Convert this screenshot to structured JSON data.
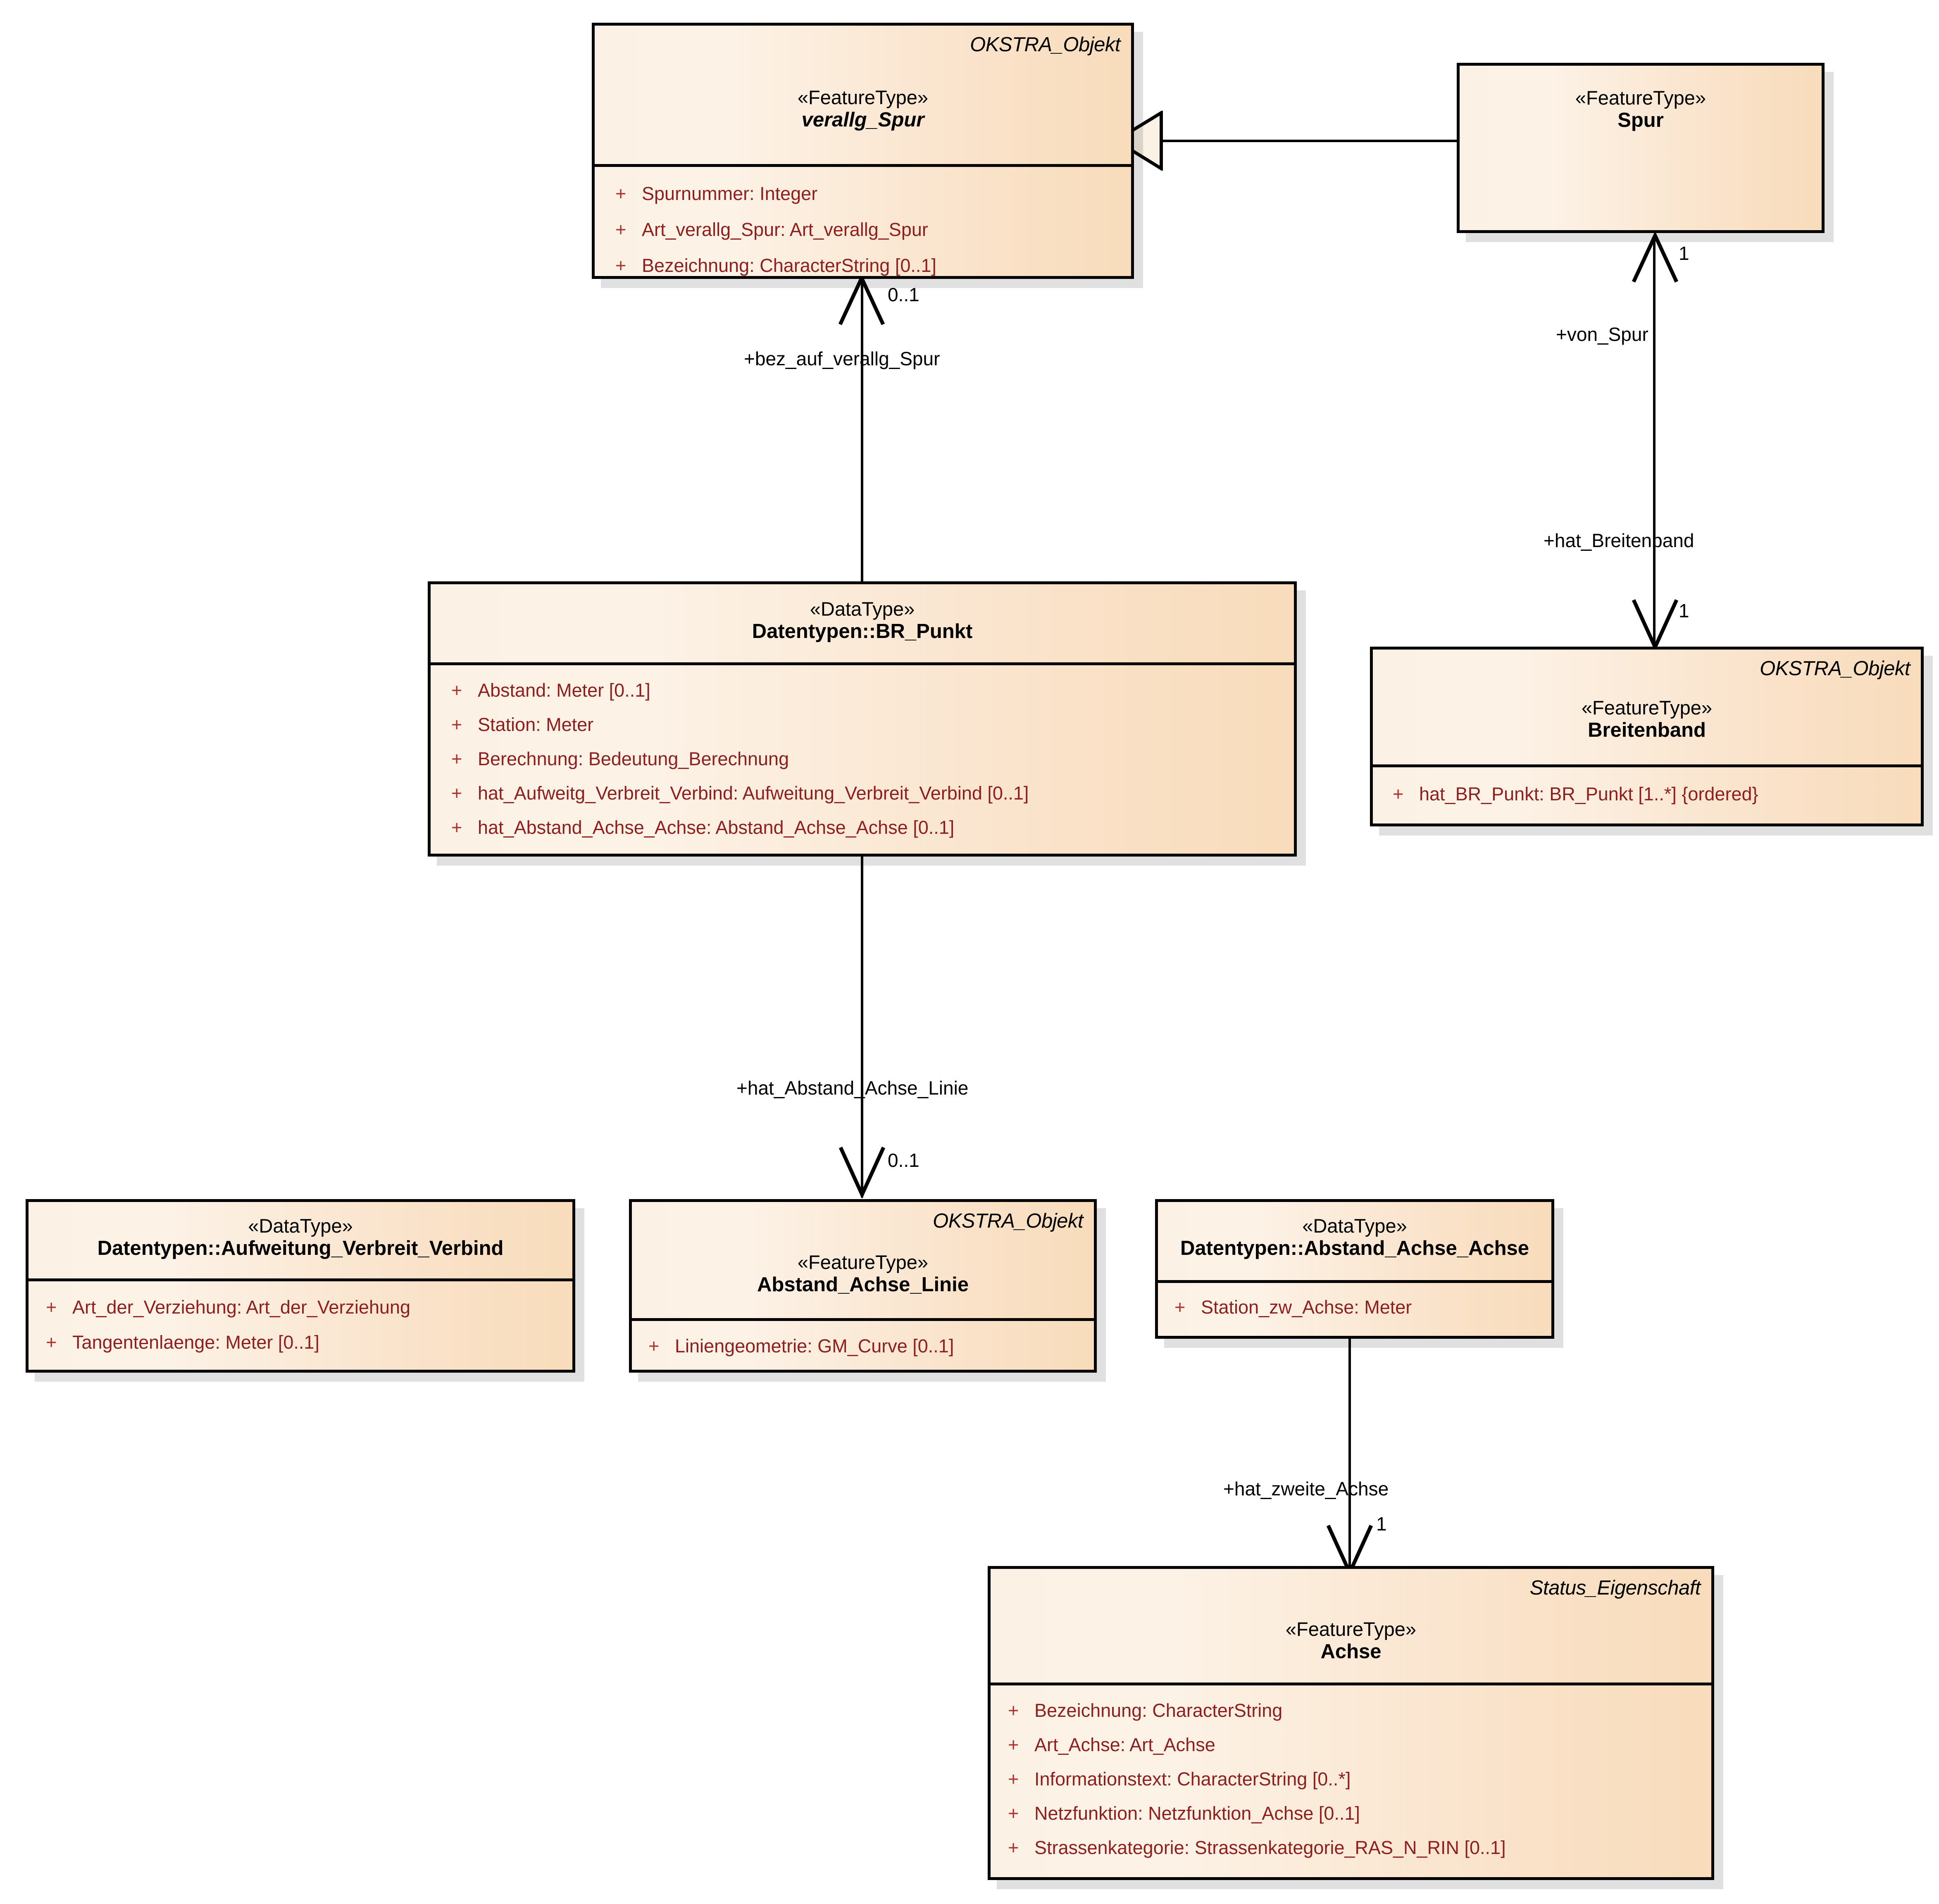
{
  "diagram": {
    "type": "uml-class-diagram",
    "title": "OKSTRA Spur / Breitenband Klassendiagramm",
    "colors": {
      "class_fill_left": "#FBF1E4",
      "class_fill_right": "#F8DCBB",
      "class_border": "#000000",
      "attribute_text": "#8F1F1F",
      "class_name_text": "#000000",
      "shadow": "rgba(0,0,0,0.12)"
    }
  },
  "classes": [
    {
      "id": "verallg_spur",
      "tagged_value": "OKSTRA_Objekt",
      "stereotype": "«FeatureType»",
      "name": "verallg_Spur",
      "abstract": true,
      "attributes": [
        {
          "visibility": "+",
          "text": "Spurnummer: Integer"
        },
        {
          "visibility": "+",
          "text": "Art_verallg_Spur: Art_verallg_Spur"
        },
        {
          "visibility": "+",
          "text": "Bezeichnung: CharacterString [0..1]"
        }
      ]
    },
    {
      "id": "spur",
      "tagged_value": "",
      "stereotype": "«FeatureType»",
      "name": "Spur",
      "abstract": false,
      "attributes": []
    },
    {
      "id": "br_punkt",
      "tagged_value": "",
      "stereotype": "«DataType»",
      "name": "Datentypen::BR_Punkt",
      "abstract": false,
      "attributes": [
        {
          "visibility": "+",
          "text": "Abstand: Meter [0..1]"
        },
        {
          "visibility": "+",
          "text": "Station: Meter"
        },
        {
          "visibility": "+",
          "text": "Berechnung: Bedeutung_Berechnung"
        },
        {
          "visibility": "+",
          "text": "hat_Aufweitg_Verbreit_Verbind: Aufweitung_Verbreit_Verbind [0..1]"
        },
        {
          "visibility": "+",
          "text": "hat_Abstand_Achse_Achse: Abstand_Achse_Achse [0..1]"
        }
      ]
    },
    {
      "id": "breitenband",
      "tagged_value": "OKSTRA_Objekt",
      "stereotype": "«FeatureType»",
      "name": "Breitenband",
      "abstract": false,
      "attributes": [
        {
          "visibility": "+",
          "text": "hat_BR_Punkt: BR_Punkt [1..*] {ordered}"
        }
      ]
    },
    {
      "id": "aufweitung",
      "tagged_value": "",
      "stereotype": "«DataType»",
      "name": "Datentypen::Aufweitung_Verbreit_Verbind",
      "abstract": false,
      "attributes": [
        {
          "visibility": "+",
          "text": "Art_der_Verziehung: Art_der_Verziehung"
        },
        {
          "visibility": "+",
          "text": "Tangentenlaenge: Meter [0..1]"
        }
      ]
    },
    {
      "id": "abstand_achse_linie",
      "tagged_value": "OKSTRA_Objekt",
      "stereotype": "«FeatureType»",
      "name": "Abstand_Achse_Linie",
      "abstract": false,
      "attributes": [
        {
          "visibility": "+",
          "text": "Liniengeometrie: GM_Curve [0..1]"
        }
      ]
    },
    {
      "id": "abstand_achse_achse",
      "tagged_value": "",
      "stereotype": "«DataType»",
      "name": "Datentypen::Abstand_Achse_Achse",
      "abstract": false,
      "attributes": [
        {
          "visibility": "+",
          "text": "Station_zw_Achse: Meter"
        }
      ]
    },
    {
      "id": "achse",
      "tagged_value": "Status_Eigenschaft",
      "stereotype": "«FeatureType»",
      "name": "Achse",
      "abstract": false,
      "attributes": [
        {
          "visibility": "+",
          "text": "Bezeichnung: CharacterString"
        },
        {
          "visibility": "+",
          "text": "Art_Achse: Art_Achse"
        },
        {
          "visibility": "+",
          "text": "Informationstext: CharacterString [0..*]"
        },
        {
          "visibility": "+",
          "text": "Netzfunktion: Netzfunktion_Achse [0..1]"
        },
        {
          "visibility": "+",
          "text": "Strassenkategorie: Strassenkategorie_RAS_N_RIN [0..1]"
        }
      ]
    }
  ],
  "connectors": [
    {
      "id": "gen_spur_verallg",
      "kind": "generalization",
      "from": "spur",
      "to": "verallg_Spur",
      "role": "",
      "multiplicity": ""
    },
    {
      "id": "assoc_brpunkt_verallgspur",
      "kind": "association",
      "from": "br_punkt",
      "to": "verallg_Spur",
      "role": "+bez_auf_verallg_Spur",
      "multiplicity": "0..1"
    },
    {
      "id": "assoc_breitenband_spur",
      "kind": "association",
      "from": "breitenband",
      "to": "spur",
      "role": "+von_Spur",
      "multiplicity": "1"
    },
    {
      "id": "assoc_spur_breitenband",
      "kind": "association",
      "from": "spur",
      "to": "breitenband",
      "role": "+hat_Breitenband",
      "multiplicity": "1"
    },
    {
      "id": "assoc_brpunkt_abstandachselinie",
      "kind": "association",
      "from": "br_punkt",
      "to": "abstand_achse_linie",
      "role": "+hat_Abstand_Achse_Linie",
      "multiplicity": "0..1"
    },
    {
      "id": "assoc_abstandachseachse_achse",
      "kind": "association",
      "from": "abstand_achse_achse",
      "to": "achse",
      "role": "+hat_zweite_Achse",
      "multiplicity": "1"
    }
  ]
}
